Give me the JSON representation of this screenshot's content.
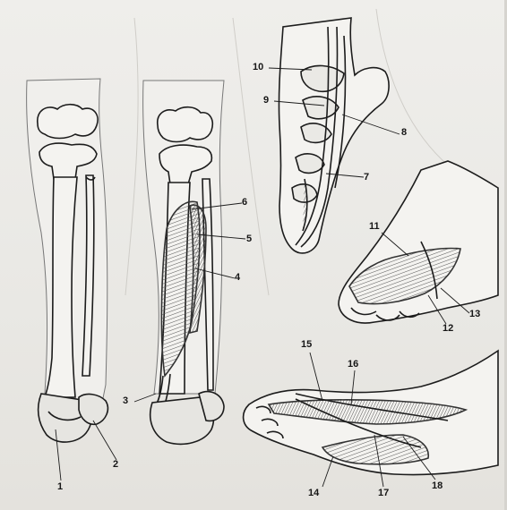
{
  "labels": [
    "1",
    "2",
    "3",
    "4",
    "5",
    "6",
    "7",
    "8",
    "9",
    "10",
    "11",
    "12",
    "13",
    "14",
    "15",
    "16",
    "17",
    "18"
  ],
  "colors": {
    "ink": "#1c1c1c",
    "paper": "#ecebe8",
    "shade": "#8a8a86"
  }
}
